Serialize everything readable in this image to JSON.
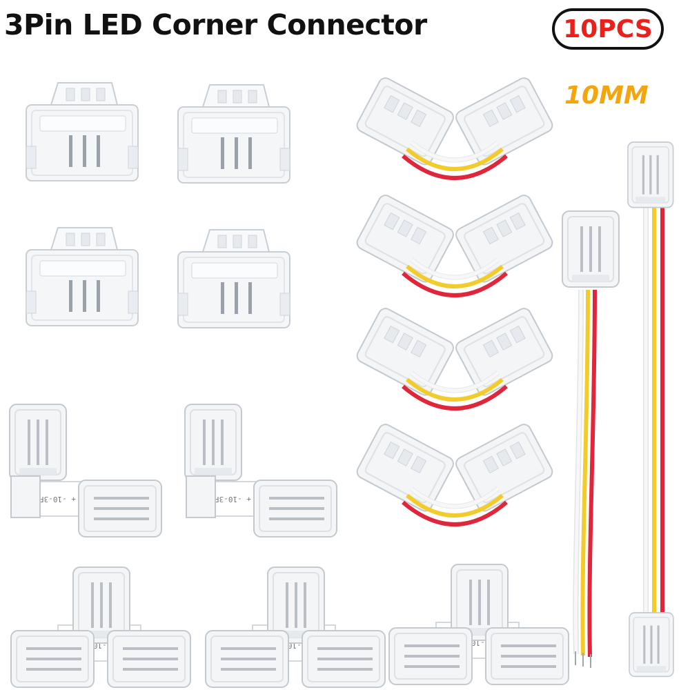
{
  "product": {
    "title": "3Pin LED Corner Connector",
    "quantity_badge": "10PCS",
    "pitch": "10MM"
  },
  "pcb_marking": "+ -10-3P",
  "colors": {
    "title_text": "#111111",
    "badge_text": "#e8211d",
    "pitch_text": "#f2a50d",
    "wire_red": "#e0263a",
    "wire_yellow": "#f2cc2a",
    "wire_white": "#f4f4f4",
    "clear_plastic": "#f3f5f7"
  },
  "icons": {
    "gapless_clip": "gapless-clip-connector-icon",
    "l_corner": "l-corner-connector-icon",
    "t_connector": "t-connector-icon",
    "v_corner_wire": "v-corner-wire-connector-icon",
    "pigtail": "pigtail-cable-connector-icon",
    "extension": "extension-cable-connector-icon"
  }
}
